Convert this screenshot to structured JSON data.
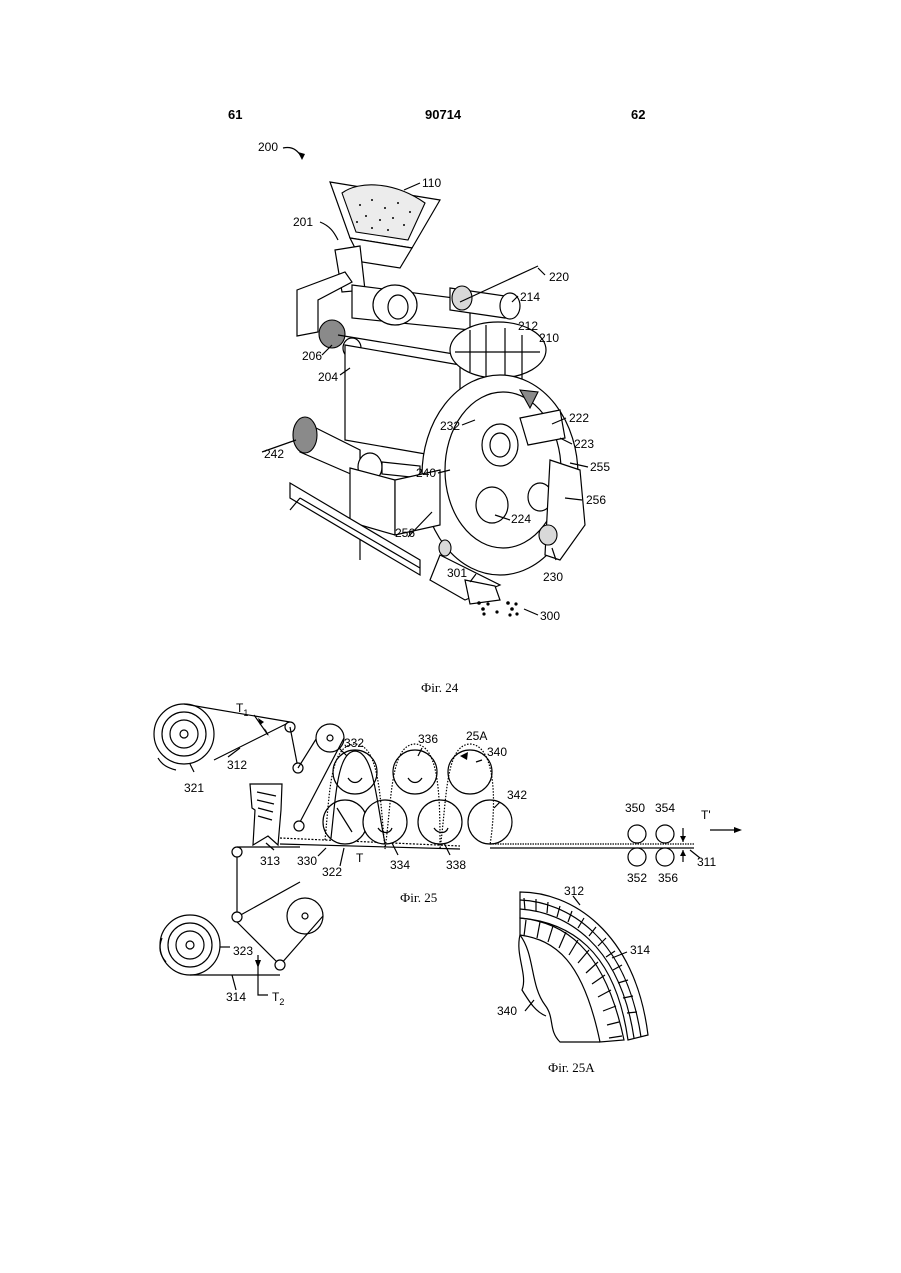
{
  "header": {
    "left_page": "61",
    "center_number": "90714",
    "right_page": "62"
  },
  "fig24": {
    "caption": "Фіг. 24",
    "labels": {
      "l200": "200",
      "l110": "110",
      "l201": "201",
      "l220": "220",
      "l214": "214",
      "l212": "212",
      "l210": "210",
      "l206": "206",
      "l204": "204",
      "l232": "232",
      "l222": "222",
      "l223": "223",
      "l242": "242",
      "l240": "240",
      "l255": "255",
      "l256a": "256",
      "l224": "224",
      "l256b": "256",
      "l301": "301",
      "l230": "230",
      "l300": "300"
    }
  },
  "fig25": {
    "caption": "Фіг. 25",
    "labels": {
      "T1": "T",
      "T1sub": "1",
      "l312": "312",
      "l321": "321",
      "l332": "332",
      "l336": "336",
      "l25A": "25A",
      "l340": "340",
      "l342": "342",
      "l313": "313",
      "l330": "330",
      "l322": "322",
      "lT": "T",
      "l334": "334",
      "l338": "338",
      "l350": "350",
      "l354": "354",
      "lTprime": "T'",
      "l352": "352",
      "l356": "356",
      "l311": "311",
      "l323": "323",
      "l314": "314",
      "T2": "T",
      "T2sub": "2"
    }
  },
  "fig25a": {
    "caption": "Фіг. 25A",
    "labels": {
      "l312": "312",
      "l314": "314",
      "l340": "340"
    }
  }
}
